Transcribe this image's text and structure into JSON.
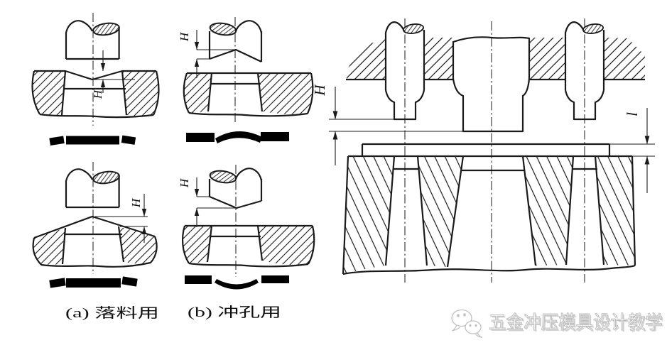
{
  "figure_type": "die-design-technical-diagram",
  "panels": {
    "a": {
      "label": "(a) 落料用",
      "diagrams": [
        {
          "name": "concave-die-vee",
          "dim": "H"
        },
        {
          "name": "convex-die-peak",
          "dim": "H"
        }
      ]
    },
    "b": {
      "label": "(b) 冲孔用",
      "diagrams": [
        {
          "name": "concave-punch-notch",
          "dim": "H"
        },
        {
          "name": "pointed-punch",
          "dim": "H"
        }
      ]
    }
  },
  "assembly": {
    "name": "stepped-punches-die-section",
    "dims": {
      "step": "H",
      "material": "l"
    }
  },
  "watermark": {
    "icon": "wechat-icon",
    "text": "五金冲压模具设计教学"
  },
  "colors": {
    "line": "#1a1a1a",
    "watermark": "#c6c6c6",
    "background": "#ffffff"
  }
}
